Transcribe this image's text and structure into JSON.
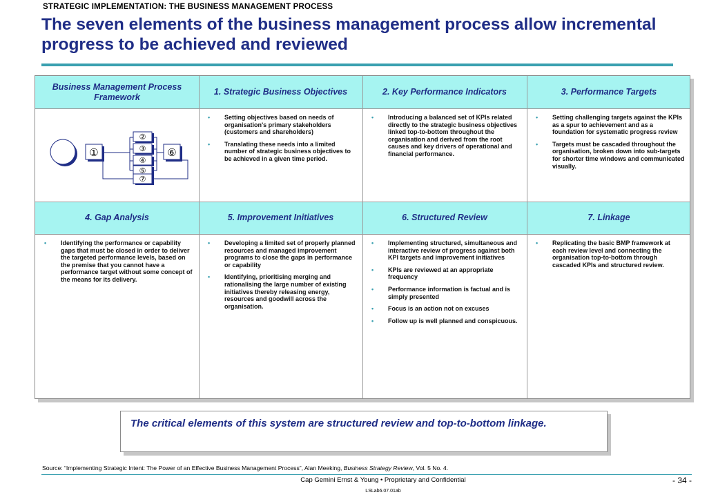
{
  "header": {
    "kicker": "STRATEGIC IMPLEMENTATION: THE BUSINESS MANAGEMENT PROCESS",
    "title": "The seven elements of the business management process allow incremental progress to be achieved and reviewed"
  },
  "grid": {
    "row1": [
      {
        "heading": "Business Management Process Framework",
        "bullets": []
      },
      {
        "heading": "1. Strategic Business Objectives",
        "bullets": [
          "Setting objectives based on needs of organisation's primary stakeholders (customers and shareholders)",
          "Translating these needs into a limited number of strategic business objectives to be achieved in a given time period."
        ]
      },
      {
        "heading": "2. Key Performance Indicators",
        "bullets": [
          "Introducing a balanced set of KPIs related directly to the strategic business objectives linked top-to-bottom throughout the organisation and derived from the root causes and key drivers of operational and financial performance."
        ]
      },
      {
        "heading": "3. Performance Targets",
        "bullets": [
          "Setting challenging targets against the KPIs as a spur to achievement and as a foundation for systematic progress review",
          "Targets must be cascaded throughout the organisation, broken down into sub-targets for shorter time windows and communicated visually."
        ]
      }
    ],
    "row2": [
      {
        "heading": "4. Gap Analysis",
        "bullets": [
          "Identifying the performance or capability gaps that must be closed in order to deliver the targeted performance levels, based on the premise that you cannot have a performance target without some concept of the means for its delivery."
        ]
      },
      {
        "heading": "5. Improvement Initiatives",
        "bullets": [
          "Developing a limited set of properly planned resources and managed improvement programs to close the gaps in performance or capability",
          "Identifying, prioritising merging and rationalising the large number of existing initiatives thereby releasing energy, resources and goodwill across the organisation."
        ]
      },
      {
        "heading": "6. Structured Review",
        "bullets": [
          "Implementing structured, simultaneous and interactive review of progress against both KPI targets and improvement initiatives",
          "KPIs are reviewed at an appropriate frequency",
          "Performance information is factual and is simply presented",
          "Focus is an action not on excuses",
          "Follow up is well planned and conspicuous."
        ]
      },
      {
        "heading": "7. Linkage",
        "bullets": [
          "Replicating the basic BMP framework at each review level and connecting the organisation top-to-bottom through cascaded KPIs and structured review."
        ]
      }
    ]
  },
  "diagram": {
    "labels": [
      "①",
      "②",
      "③",
      "④",
      "⑤",
      "⑥",
      "⑦"
    ],
    "colors": {
      "line": "#1f2d86",
      "shadow": "#1f2d86",
      "fill": "#ffffff"
    }
  },
  "callout": {
    "text": "The critical elements of this system are structured review and top-to-bottom linkage."
  },
  "footer": {
    "source_prefix": "Source:  “Implementing Strategic Intent: The Power of an Effective Business Management Process”, Alan Meeking, ",
    "source_journal": "Business Strategy Review",
    "source_suffix": ", Vol. 5 No. 4.",
    "company": "Cap Gemini Ernst & Young  •  Proprietary and Confidential",
    "code": "LSLab6.07.01ab",
    "page": "- 34 -"
  },
  "colors": {
    "title": "#1f2d86",
    "accent": "#3aa0b0",
    "header_fill": "#a6f4f1"
  }
}
